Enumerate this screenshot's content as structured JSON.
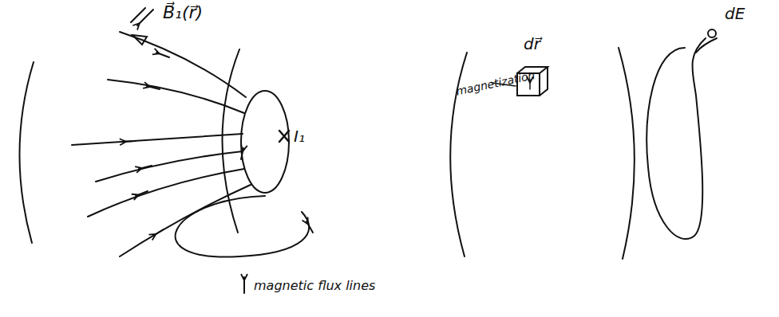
{
  "diagram": {
    "labels": [
      "B⃗₁(r⃗)",
      "I₁",
      "magnetic flux lines",
      "dr⃗",
      "magnetization",
      "dE"
    ]
  }
}
